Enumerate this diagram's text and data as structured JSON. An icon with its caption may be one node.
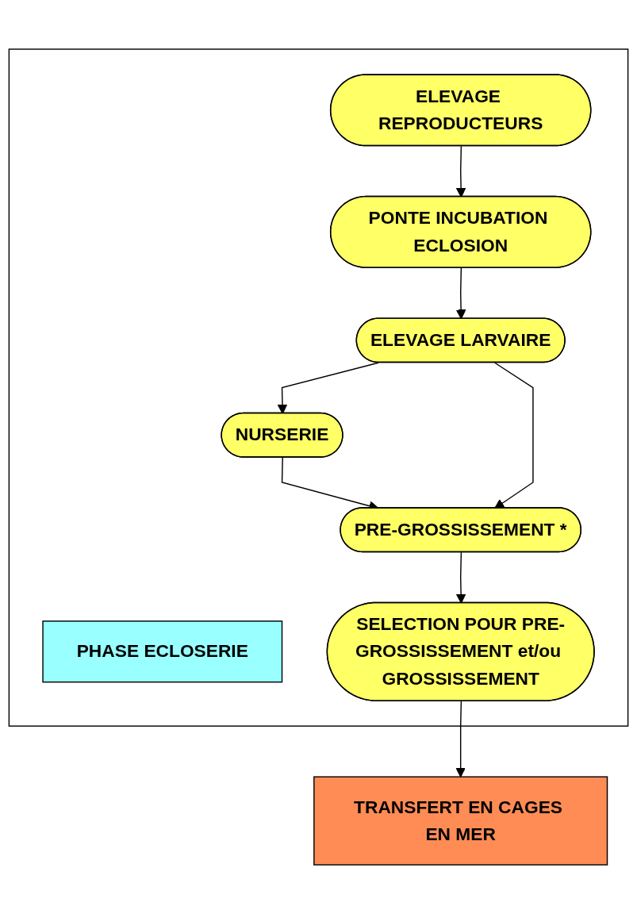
{
  "diagram": {
    "nodes": [
      {
        "text": [],
        "shape": "box"
      },
      {
        "text": [
          "PHASE ECLOSERIE"
        ],
        "in": 0
      },
      {
        "text": [
          "ELEVAGE REPRODUCTEURS"
        ],
        "in": 0
      },
      {
        "text": [
          "PONTE INCUBATION ECLOSION"
        ],
        "in": 0
      },
      {
        "text": [
          "ELEVAGE LARVAIRE"
        ],
        "in": 0
      },
      {
        "text": [
          "NURSERIE"
        ],
        "in": 0
      },
      {
        "text": [
          "PRE-GROSSISSEMENT *"
        ],
        "in": 0
      },
      {
        "text": [
          "SELECTION POUR PRE-GROSSISSEMENT et/ou GROSSISSEMENT"
        ],
        "in": 0
      },
      {
        "text": [
          "TRANSFERT EN CAGES EN MER"
        ]
      }
    ],
    "edges": [
      {
        "from": 2,
        "to": 3,
        "arrow": "to"
      },
      {
        "from": 3,
        "to": 4,
        "arrow": "to"
      },
      {
        "from": 4,
        "to": 5,
        "arrow": "to"
      },
      {
        "from": 5,
        "to": 6,
        "arrow": "to"
      },
      {
        "from": 4,
        "to": 6,
        "arrow": "to"
      },
      {
        "from": 6,
        "to": 7,
        "arrow": "to"
      },
      {
        "from": 7,
        "to": 8,
        "arrow": "to"
      }
    ]
  }
}
